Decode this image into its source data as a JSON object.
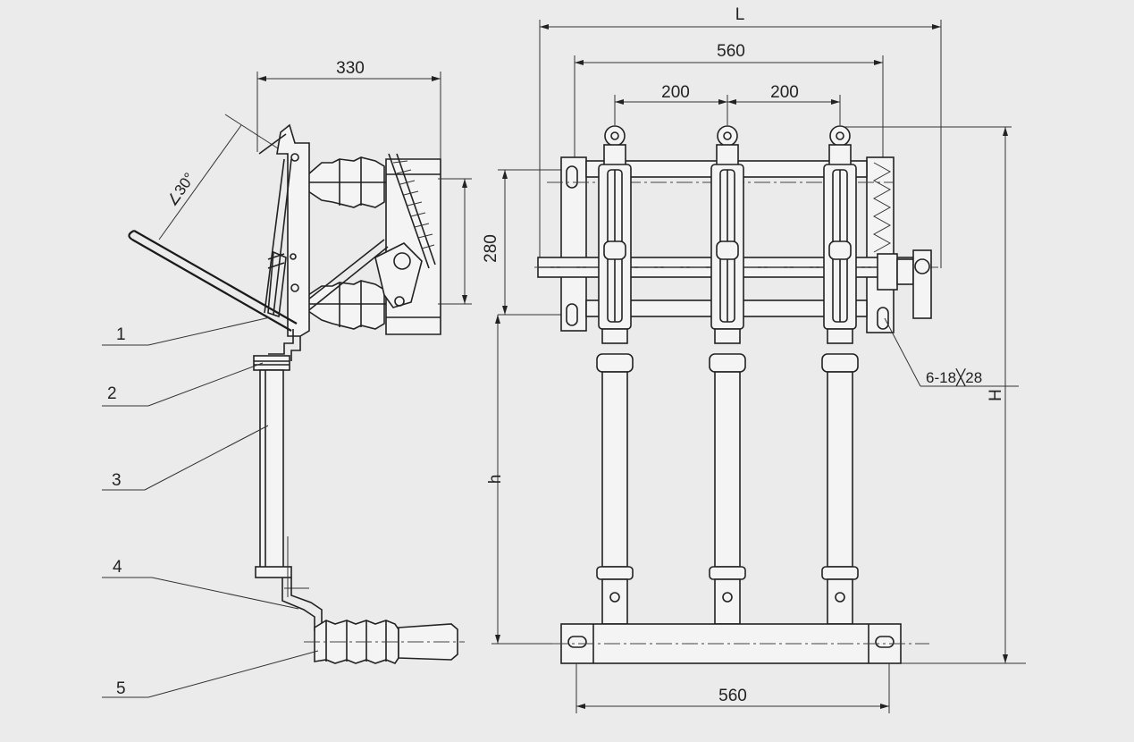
{
  "dimensions": {
    "top_overall": "L",
    "top_560": "560",
    "spacing_left": "200",
    "spacing_right": "200",
    "bottom_560": "560",
    "side_depth": "330",
    "insulator_height": "280",
    "angle_mark": "∠30°",
    "mounting_holes": "6-18╳28",
    "total_height": "H",
    "shaft_height": "h"
  },
  "callouts": [
    "1",
    "2",
    "3",
    "4",
    "5"
  ]
}
